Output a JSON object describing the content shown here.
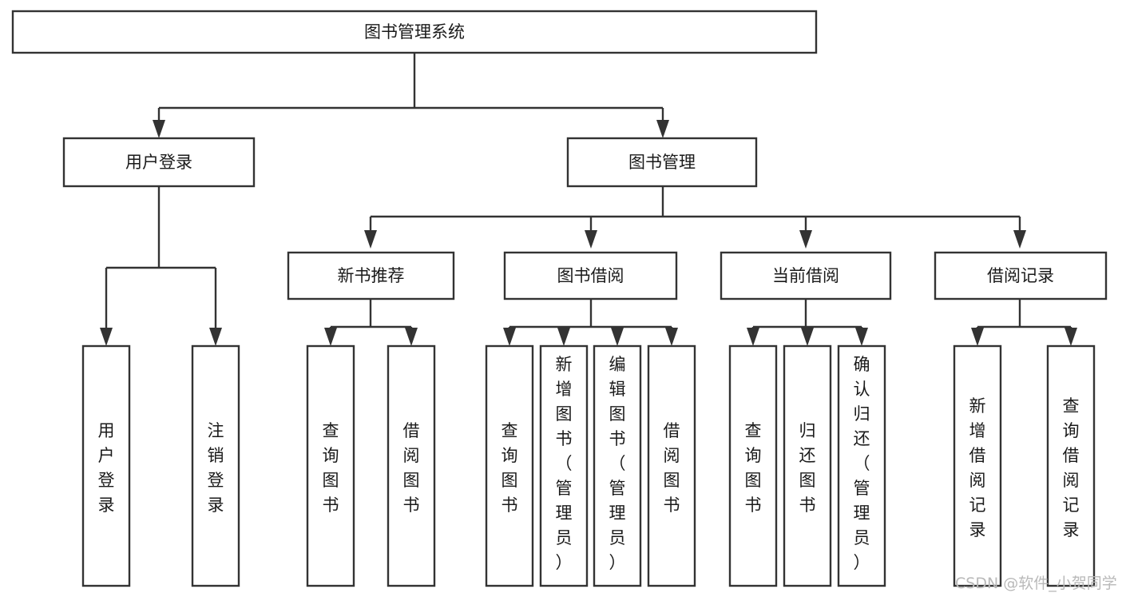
{
  "diagram": {
    "title": "图书管理系统",
    "type": "tree-hierarchy",
    "watermark": "CSDN @软件_小贺同学",
    "root": {
      "id": "root",
      "label": "图书管理系统"
    },
    "level1": [
      {
        "id": "user-login",
        "label": "用户登录"
      },
      {
        "id": "book-manage",
        "label": "图书管理"
      }
    ],
    "level2": [
      {
        "id": "new-book-recommend",
        "label": "新书推荐",
        "parent": "book-manage"
      },
      {
        "id": "book-borrow",
        "label": "图书借阅",
        "parent": "book-manage"
      },
      {
        "id": "current-borrow",
        "label": "当前借阅",
        "parent": "book-manage"
      },
      {
        "id": "borrow-record",
        "label": "借阅记录",
        "parent": "book-manage"
      }
    ],
    "leaves": [
      {
        "id": "leaf-user-login",
        "label": "用户登录",
        "parent": "user-login",
        "align": "middle"
      },
      {
        "id": "leaf-logout",
        "label": "注销登录",
        "parent": "user-login",
        "align": "middle"
      },
      {
        "id": "leaf-query-book-1",
        "label": "查询图书",
        "parent": "new-book-recommend",
        "align": "middle"
      },
      {
        "id": "leaf-borrow-book-1",
        "label": "借阅图书",
        "parent": "new-book-recommend",
        "align": "middle"
      },
      {
        "id": "leaf-query-book-2",
        "label": "查询图书",
        "parent": "book-borrow",
        "align": "middle"
      },
      {
        "id": "leaf-add-book",
        "label": "新增图书（管理员）",
        "parent": "book-borrow",
        "align": "top"
      },
      {
        "id": "leaf-edit-book",
        "label": "编辑图书（管理员）",
        "parent": "book-borrow",
        "align": "top"
      },
      {
        "id": "leaf-borrow-book-2",
        "label": "借阅图书",
        "parent": "book-borrow",
        "align": "middle"
      },
      {
        "id": "leaf-query-book-3",
        "label": "查询图书",
        "parent": "current-borrow",
        "align": "middle"
      },
      {
        "id": "leaf-return-book",
        "label": "归还图书",
        "parent": "current-borrow",
        "align": "middle"
      },
      {
        "id": "leaf-confirm-return",
        "label": "确认归还（管理员）",
        "parent": "current-borrow",
        "align": "top"
      },
      {
        "id": "leaf-add-record",
        "label": "新增借阅记录",
        "parent": "borrow-record",
        "align": "middle"
      },
      {
        "id": "leaf-query-record",
        "label": "查询借阅记录",
        "parent": "borrow-record",
        "align": "middle"
      }
    ],
    "colors": {
      "stroke": "#333333",
      "fill": "#ffffff",
      "text": "#1a1a1a",
      "watermark": "#b9b9b9",
      "background": "#ffffff"
    }
  }
}
